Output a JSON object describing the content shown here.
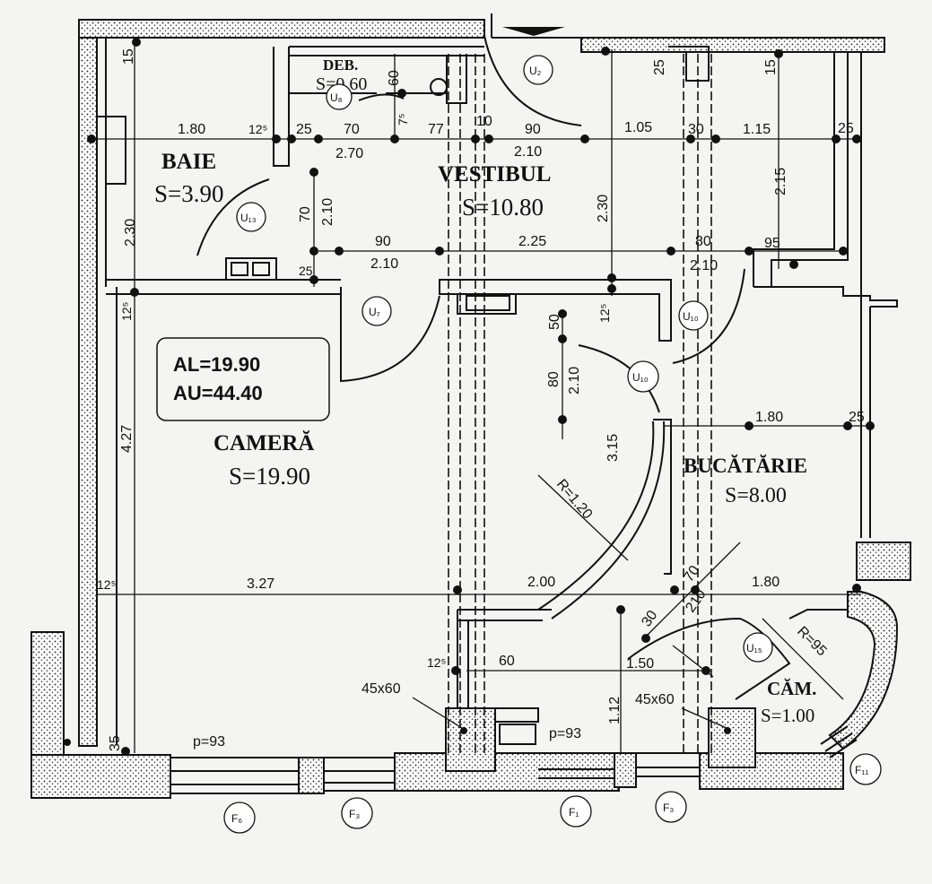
{
  "rooms": {
    "baie": {
      "name": "BAIE",
      "area": "S=3.90"
    },
    "deb": {
      "name": "DEB.",
      "area": "S=0.60"
    },
    "vestibul": {
      "name": "VESTIBUL",
      "area": "S=10.80"
    },
    "camera": {
      "name": "CAMERĂ",
      "area": "S=19.90"
    },
    "bucatarie": {
      "name": "BUCĂTĂRIE",
      "area": "S=8.00"
    },
    "camara": {
      "name": "CĂM.",
      "area": "S=1.00"
    }
  },
  "summary": {
    "al": "AL=19.90",
    "au": "AU=44.40"
  },
  "doors": {
    "u2": "U₂",
    "u8": "U₈",
    "u13": "U₁₃",
    "u7": "U₇",
    "u10a": "U₁₀",
    "u10b": "U₁₀",
    "u15": "U₁₅"
  },
  "windows": {
    "f6": "F₆",
    "f3a": "F₃",
    "f1": "F₁",
    "f3b": "F₃",
    "f11": "F₁₁"
  },
  "dimensions": {
    "d_top_15a": "15",
    "d_top_60": "60",
    "d_top_7": "7⁵",
    "d_top_25": "25",
    "d_top_15b": "15",
    "d_180": "1.80",
    "d_12a": "12⁵",
    "d_25a": "25",
    "d_70a": "70",
    "d_77": "77",
    "d_10": "10",
    "d_90a": "90",
    "d_105": "1.05",
    "d_30a": "30",
    "d_115": "1.15",
    "d_25b": "25",
    "d_270": "2.70",
    "d_210a": "2.10",
    "d_230a": "2.30",
    "d_70v": "70",
    "d_210v": "2.10",
    "d_230b": "2.30",
    "d_215": "2.15",
    "d_90b": "90",
    "d_225": "2.25",
    "d_80a": "80",
    "d_95": "95",
    "d_210b": "2.10",
    "d_210c": "2.10",
    "d_25c": "25",
    "d_12b": "12⁵",
    "d_50": "50",
    "d_12c": "12⁵",
    "d_80v": "80",
    "d_210d": "2.10",
    "d_427": "4.27",
    "d_315": "3.15",
    "d_180b": "1.80",
    "d_25d": "25",
    "d_r120": "R=1.20",
    "d_12d": "12⁵",
    "d_327": "3.27",
    "d_200": "2.00",
    "d_180c": "1.80",
    "d_70b": "70",
    "d_210e": "210",
    "d_30b": "30",
    "d_r95": "R=95",
    "d_12e": "12⁵",
    "d_60": "60",
    "d_150": "1.50",
    "d_112": "1.12",
    "d_35": "35",
    "d_p93a": "p=93",
    "d_p93b": "p=93",
    "d_45a": "45x60",
    "d_45b": "45x60"
  }
}
